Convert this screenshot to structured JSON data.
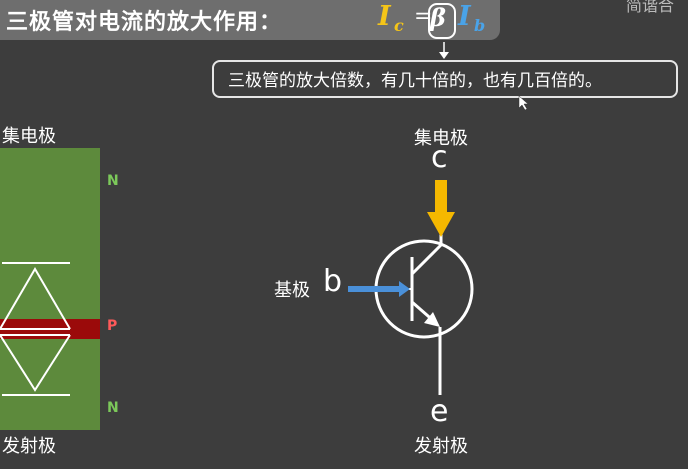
{
  "title": {
    "text": "三极管对电流的放大作用："
  },
  "formula": {
    "ic": "I",
    "ic_sub": "c",
    "equals": "=",
    "beta": "β",
    "ib": "I",
    "ib_sub": "b",
    "ic_color": "#f5c518",
    "ib_color": "#4aa3e8"
  },
  "top_right_text": "简谐合",
  "callout": {
    "text": "三极管的放大倍数，有几十倍的，也有几百倍的。"
  },
  "left_diagram": {
    "collector_label": "集电极",
    "emitter_label": "发射极",
    "region_top": "N",
    "region_middle": "P",
    "region_bottom": "N",
    "block_color": "#5d8a3c",
    "p_layer_color": "#9b0a0a"
  },
  "transistor": {
    "collector_label": "集电极",
    "base_label": "基极",
    "emitter_label": "发射极",
    "c_letter": "c",
    "b_letter": "b",
    "e_letter": "e",
    "collector_arrow_color": "#f5b800",
    "base_arrow_color": "#4a90d9"
  }
}
